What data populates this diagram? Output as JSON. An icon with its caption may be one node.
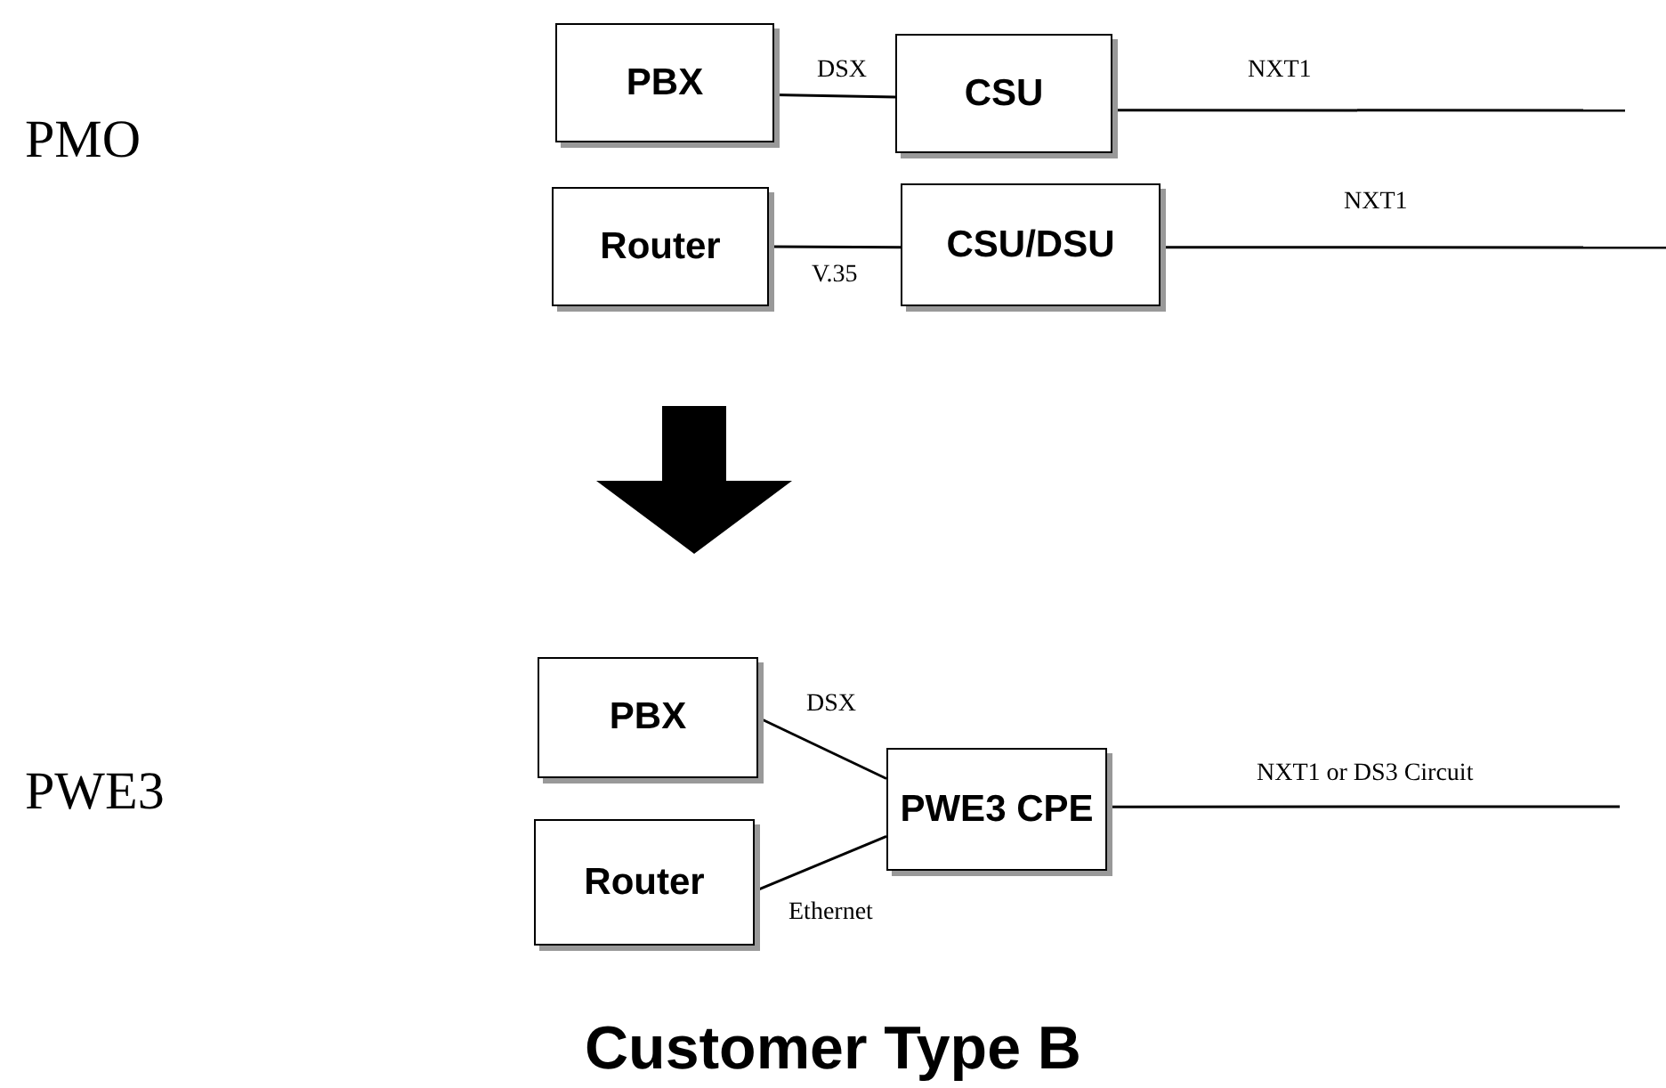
{
  "diagram": {
    "title": "Customer Type B",
    "nodes": [
      {
        "text": [
          "PBX"
        ]
      },
      {
        "text": [
          "CSU"
        ]
      },
      {
        "text": [
          "Router"
        ]
      },
      {
        "text": [
          "CSU/DSU"
        ]
      },
      {
        "text": [
          "PBX"
        ]
      },
      {
        "text": [
          "Router"
        ]
      },
      {
        "text": [
          "PWE3 CPE"
        ]
      }
    ],
    "edges": [
      {
        "from": 0,
        "to": 1,
        "arrow": "none",
        "label": "DSX"
      },
      {
        "from": 1,
        "to": null,
        "arrow": "none",
        "label": "NXT1"
      },
      {
        "from": 2,
        "to": 3,
        "arrow": "none",
        "label": "V.35"
      },
      {
        "from": 3,
        "to": null,
        "arrow": "none",
        "label": "NXT1"
      },
      {
        "from": 4,
        "to": 6,
        "arrow": "none",
        "label": "DSX"
      },
      {
        "from": 5,
        "to": 6,
        "arrow": "none",
        "label": "Ethernet"
      },
      {
        "from": 6,
        "to": null,
        "arrow": "none",
        "label": "NXT1 or DS3 Circuit"
      }
    ],
    "labels": [
      "PMO",
      "PWE3"
    ]
  }
}
